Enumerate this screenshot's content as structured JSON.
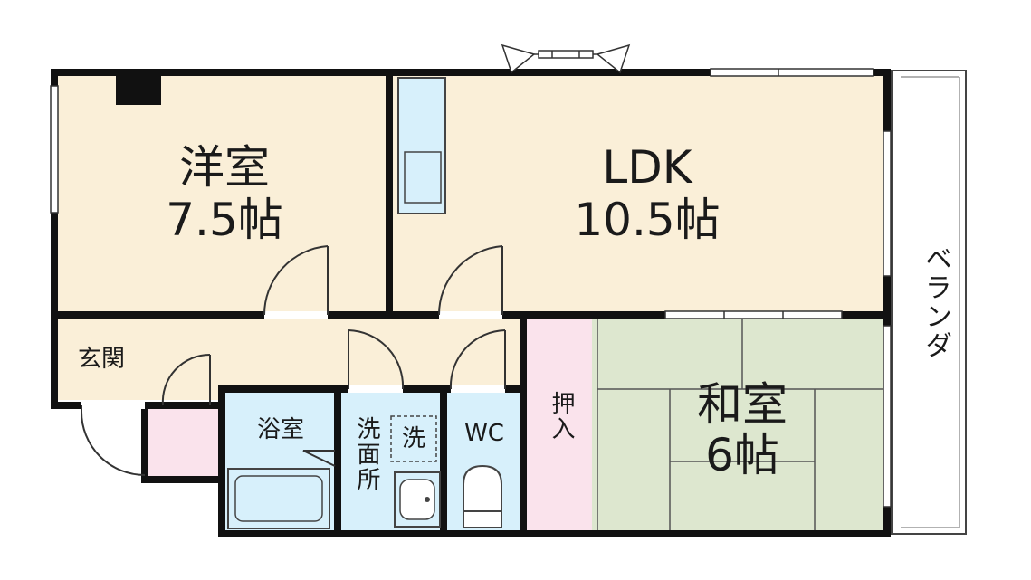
{
  "colors": {
    "wall": "#111111",
    "western_room": "#faefd8",
    "ldk": "#faefd8",
    "hall": "#faefd8",
    "wet_area": "#d7f0fb",
    "closet": "#fae3ec",
    "tatami": "#dde7cf",
    "line": "#333333"
  },
  "rooms": {
    "western": {
      "name": "洋室",
      "size": "7.5帖"
    },
    "ldk": {
      "name": "LDK",
      "size": "10.5帖"
    },
    "japanese": {
      "name": "和室",
      "size": "6帖"
    },
    "entrance": {
      "name": "玄関"
    },
    "bath": {
      "name": "浴室"
    },
    "washroom": {
      "name": "洗面所"
    },
    "washer": {
      "name": "洗"
    },
    "wc": {
      "name": "WC"
    },
    "closet": {
      "name": "押入"
    },
    "veranda": {
      "name": "ベランダ"
    }
  }
}
